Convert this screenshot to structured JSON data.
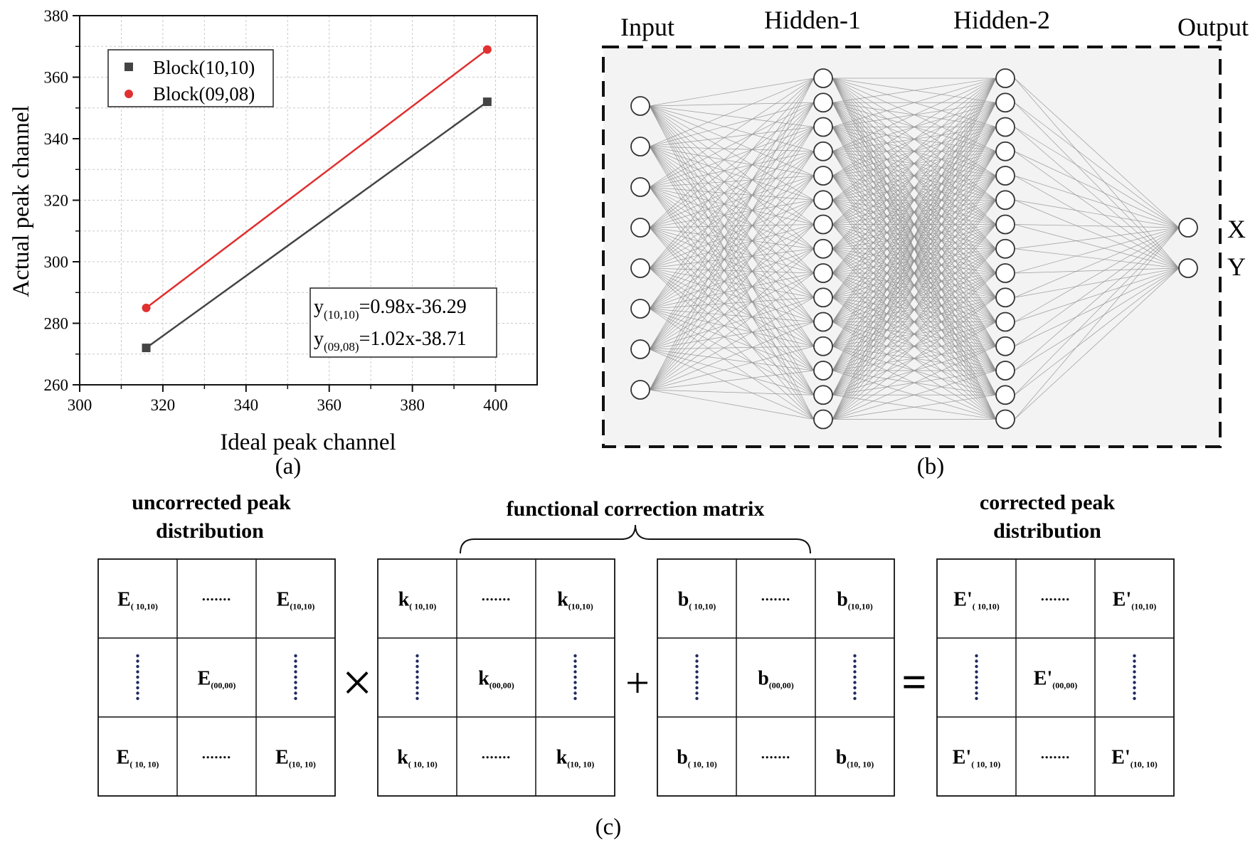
{
  "panel_a": {
    "label": "(a)",
    "chart_data": {
      "type": "scatter",
      "xlabel": "Ideal peak channel",
      "ylabel": "Actual peak channel",
      "xlim": [
        300,
        410
      ],
      "ylim": [
        260,
        380
      ],
      "xticks": [
        300,
        320,
        340,
        360,
        380,
        400
      ],
      "yticks": [
        260,
        280,
        300,
        320,
        340,
        360,
        380
      ],
      "grid": true,
      "legend_position": "top-left",
      "series": [
        {
          "name": "Block(10,10)",
          "marker": "square",
          "color": "#444444",
          "x": [
            316,
            398
          ],
          "y": [
            272,
            352
          ]
        },
        {
          "name": "Block(09,08)",
          "marker": "circle",
          "color": "#e03030",
          "x": [
            316,
            398
          ],
          "y": [
            285,
            369
          ]
        }
      ],
      "annotations": [
        {
          "prefix": "y",
          "sub": "(10,10)",
          "rest": "=0.98x-36.29"
        },
        {
          "prefix": "y",
          "sub": "(09,08)",
          "rest": "=1.02x-38.71"
        }
      ]
    }
  },
  "panel_b": {
    "label": "(b)",
    "layers": [
      {
        "title": "Input",
        "nodes": 8
      },
      {
        "title": "Hidden-1",
        "nodes": 15
      },
      {
        "title": "Hidden-2",
        "nodes": 15
      },
      {
        "title": "Output",
        "nodes": 2
      }
    ],
    "output_labels": [
      "X",
      "Y"
    ]
  },
  "panel_c": {
    "label": "(c)",
    "titles": {
      "uncorrected_line1": "uncorrected peak",
      "uncorrected_line2": "distribution",
      "functional": "functional correction matrix",
      "corrected_line1": "corrected peak",
      "corrected_line2": "distribution"
    },
    "operators": {
      "times": "×",
      "plus": "+",
      "equals": "="
    },
    "matrices": [
      {
        "symbol": "E",
        "top_left": "( 10,10)",
        "top_right": "(10,10)",
        "center": "(00,00)",
        "bottom_left": "( 10, 10)",
        "bottom_right": "(10, 10)"
      },
      {
        "symbol": "k",
        "top_left": "( 10,10)",
        "top_right": "(10,10)",
        "center": "(00,00)",
        "bottom_left": "( 10, 10)",
        "bottom_right": "(10, 10)"
      },
      {
        "symbol": "b",
        "top_left": "( 10,10)",
        "top_right": "(10,10)",
        "center": "(00,00)",
        "bottom_left": "( 10, 10)",
        "bottom_right": "(10, 10)"
      },
      {
        "symbol": "E'",
        "top_left": "( 10,10)",
        "top_right": "(10,10)",
        "center": "(00,00)",
        "bottom_left": "( 10, 10)",
        "bottom_right": "(10, 10)"
      }
    ],
    "ellipsis": "•••••••"
  }
}
